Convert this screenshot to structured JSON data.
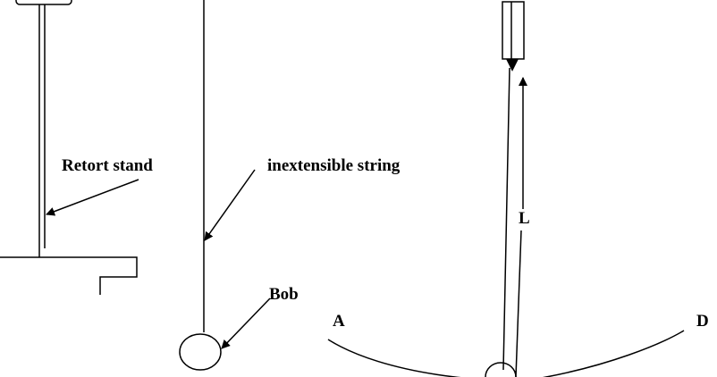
{
  "labels": {
    "retort_stand": "Retort stand",
    "string": "inextensible string",
    "bob": "Bob",
    "length": "L",
    "point_a": "A",
    "point_d": "D"
  },
  "colors": {
    "line": "#000000",
    "background": "#ffffff"
  }
}
